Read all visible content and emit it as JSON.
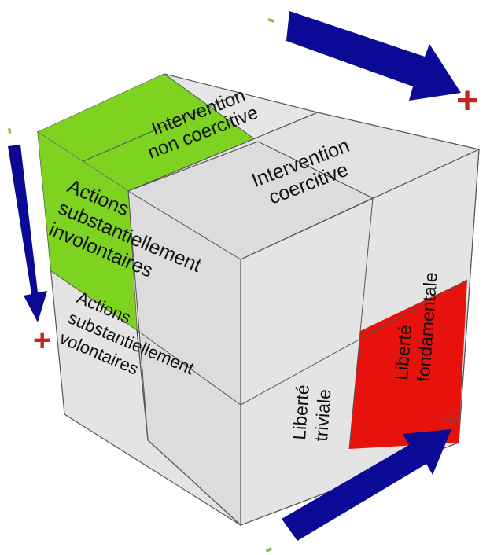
{
  "colors": {
    "face": "#e3e3e3",
    "face_dark": "#d4d4d4",
    "edge": "#555555",
    "green": "#7ed321",
    "red": "#e8120c",
    "arrow": "#0a0a96",
    "plus": "#c0281e",
    "minus": "#7ac142"
  },
  "top_face": {
    "cell_left": "Intervention non coercitive",
    "cell_left_line1": "Intervention",
    "cell_left_line2": "non coercitive",
    "cell_right_line1": "Intervention",
    "cell_right_line2": "coercitive"
  },
  "left_face": {
    "upper_line1": "Actions",
    "upper_line2": "substantiellement",
    "upper_line3": "involontaires",
    "lower_line1": "Actions",
    "lower_line2": "substantiellement",
    "lower_line3": "volontaires"
  },
  "right_face": {
    "left_line1": "Liberté",
    "left_line2": "triviale",
    "right_line1": "Liberté",
    "right_line2": "fondamentale"
  },
  "axes": {
    "top": {
      "minus": "-",
      "plus": "+"
    },
    "left": {
      "minus": "-",
      "plus": "+"
    },
    "bottom": {
      "minus": "-",
      "plus": "+"
    }
  }
}
